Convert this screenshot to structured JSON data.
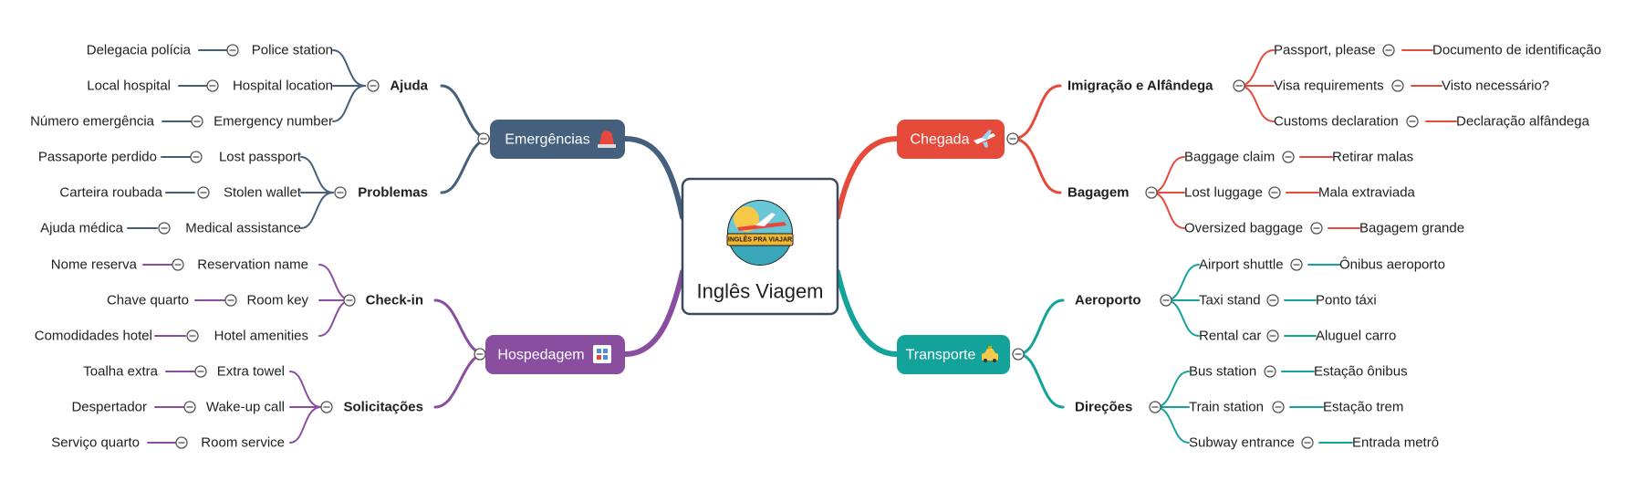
{
  "central": {
    "label": "Inglês Viagem",
    "logo_text": "INGLÊS PRA VIAJAR"
  },
  "colors": {
    "chegada": "#e64a3b",
    "transporte": "#14a39a",
    "emergencias": "#45607d",
    "hospedagem": "#8a4ea1",
    "box_border": "#3b4a5c"
  },
  "branches": {
    "chegada": {
      "label": "Chegada",
      "icon": "airplane-icon",
      "groups": {
        "imigracao": {
          "label": "Imigração e Alfândega",
          "items": [
            {
              "en": "Passport, please",
              "pt": "Documento de identificação"
            },
            {
              "en": "Visa requirements",
              "pt": "Visto necessário?"
            },
            {
              "en": "Customs declaration",
              "pt": "Declaração alfândega"
            }
          ]
        },
        "bagagem": {
          "label": "Bagagem",
          "items": [
            {
              "en": "Baggage claim",
              "pt": "Retirar malas"
            },
            {
              "en": "Lost luggage",
              "pt": "Mala extraviada"
            },
            {
              "en": "Oversized baggage",
              "pt": "Bagagem grande"
            }
          ]
        }
      }
    },
    "transporte": {
      "label": "Transporte",
      "icon": "taxi-icon",
      "groups": {
        "aeroporto": {
          "label": "Aeroporto",
          "items": [
            {
              "en": "Airport shuttle",
              "pt": "Ônibus aeroporto"
            },
            {
              "en": "Taxi stand",
              "pt": "Ponto táxi"
            },
            {
              "en": "Rental car",
              "pt": "Aluguel carro"
            }
          ]
        },
        "direcoes": {
          "label": "Direções",
          "items": [
            {
              "en": "Bus station",
              "pt": "Estação ônibus"
            },
            {
              "en": "Train station",
              "pt": "Estação trem"
            },
            {
              "en": "Subway entrance",
              "pt": "Entrada metrô"
            }
          ]
        }
      }
    },
    "emergencias": {
      "label": "Emergências",
      "icon": "siren-icon",
      "groups": {
        "ajuda": {
          "label": "Ajuda",
          "items": [
            {
              "en": "Police station",
              "pt": "Delegacia polícia"
            },
            {
              "en": "Hospital location",
              "pt": "Local hospital"
            },
            {
              "en": "Emergency number",
              "pt": "Número emergência"
            }
          ]
        },
        "problemas": {
          "label": "Problemas",
          "items": [
            {
              "en": "Lost passport",
              "pt": "Passaporte perdido"
            },
            {
              "en": "Stolen wallet",
              "pt": "Carteira roubada"
            },
            {
              "en": "Medical assistance",
              "pt": "Ajuda médica"
            }
          ]
        }
      }
    },
    "hospedagem": {
      "label": "Hospedagem",
      "icon": "hotel-icon",
      "groups": {
        "checkin": {
          "label": "Check-in",
          "items": [
            {
              "en": "Reservation name",
              "pt": "Nome reserva"
            },
            {
              "en": "Room key",
              "pt": "Chave quarto"
            },
            {
              "en": "Hotel amenities",
              "pt": "Comodidades hotel"
            }
          ]
        },
        "solicitacoes": {
          "label": "Solicitações",
          "items": [
            {
              "en": "Extra towel",
              "pt": "Toalha extra"
            },
            {
              "en": "Wake-up call",
              "pt": "Despertador"
            },
            {
              "en": "Room service",
              "pt": "Serviço quarto"
            }
          ]
        }
      }
    }
  }
}
